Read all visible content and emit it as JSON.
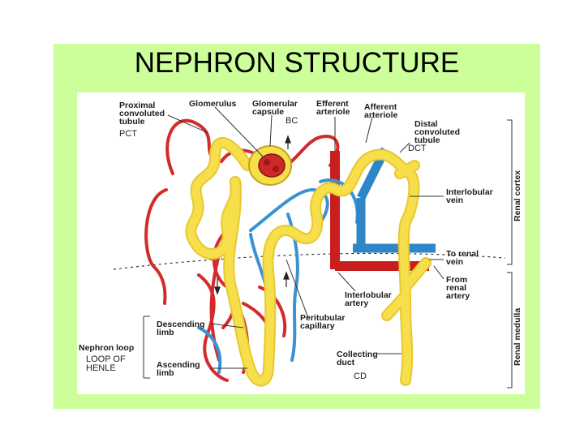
{
  "title": "NEPHRON STRUCTURE",
  "labels": {
    "proximal": "Proximal\nconvoluted\ntubule",
    "glomerulus": "Glomerulus",
    "capsule": "Glomerular\ncapsule",
    "efferent": "Efferent\narteriole",
    "afferent": "Afferent\narteriole",
    "distal": "Distal\nconvoluted\ntubule",
    "interlobular_vein": "Interlobular\nvein",
    "to_renal_vein": "To renal\nvein",
    "from_renal_artery": "From\nrenal\nartery",
    "interlobular_artery": "Interlobular\nartery",
    "peritubular": "Peritubular\ncapillary",
    "descending": "Descending\nlimb",
    "nephron_loop": "Nephron loop",
    "ascending": "Ascending\nlimb",
    "collecting": "Collecting\nduct",
    "renal_cortex": "Renal cortex",
    "renal_medulla": "Renal medulla"
  },
  "annotations": {
    "pct": "PCT",
    "bc": "BC",
    "dct": "DCT",
    "loop": "LOOP OF\nHENLE",
    "cd": "CD"
  },
  "colors": {
    "panel": "#ccff99",
    "tubule": "#f6df4a",
    "artery": "#d42a2a",
    "vein": "#3a92d0"
  }
}
